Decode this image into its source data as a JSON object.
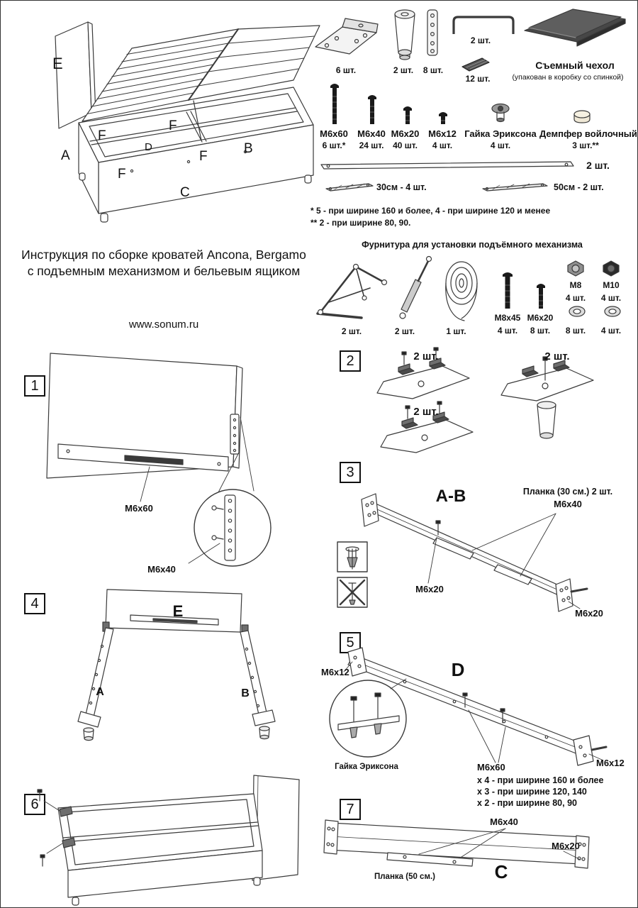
{
  "document": {
    "title_line1": "Инструкция по сборке кроватей Ancona, Bergamo",
    "title_line2": "с подъемным механизмом и бельевым ящиком",
    "website": "www.sonum.ru"
  },
  "bed_overview": {
    "labels": {
      "e": "E",
      "f_back_left": "F",
      "f_back_right": "F",
      "f_front_left": "F",
      "f_front_right": "F",
      "a": "A",
      "d": "D",
      "b": "B",
      "c": "C"
    }
  },
  "parts_list": {
    "bracket_qty": "6 шт.",
    "leg_qty": "2 шт.",
    "plate_qty": "8 шт.",
    "handle_qty": "2 шт.",
    "wedge_qty": "12 шт.",
    "cover_title": "Съемный чехол",
    "cover_note": "(упакован в коробку со спинкой)",
    "bolts": [
      {
        "label": "М6х60",
        "qty": "6 шт.*"
      },
      {
        "label": "М6х40",
        "qty": "24 шт."
      },
      {
        "label": "М6х20",
        "qty": "40 шт."
      },
      {
        "label": "М6х12",
        "qty": "4 шт."
      },
      {
        "label": "Гайка Эриксона",
        "qty": "4 шт."
      },
      {
        "label": "Демпфер войлочный",
        "qty": "3 шт.**"
      }
    ],
    "long_slat_qty": "2 шт.",
    "slat_30": "30см - 4 шт.",
    "slat_50": "50см - 2 шт.",
    "footnote_1": "* 5 - при ширине 160 и более, 4 - при ширине 120 и менее",
    "footnote_2": "** 2 - при ширине 80, 90."
  },
  "lift_hardware": {
    "title": "Фурнитура для установки подъёмного механизма",
    "mechanism_qty": "2 шт.",
    "gas_strut_qty": "2 шт.",
    "strap_qty": "1 шт.",
    "bolt_m8x45_label": "М8х45",
    "bolt_m8x45_qty": "4 шт.",
    "bolt_m6x20_label": "М6х20",
    "bolt_m6x20_qty": "8 шт.",
    "nut_m8_label": "М8",
    "nut_m8_qty": "4 шт.",
    "nut_m10_label": "М10",
    "nut_m10_qty": "4 шт.",
    "washer_8_qty": "8 шт.",
    "washer_4_qty": "4 шт."
  },
  "steps": {
    "s1": {
      "num": "1",
      "bolt_top": "М6х60",
      "bolt_detail": "М6х40"
    },
    "s2": {
      "num": "2",
      "qty_1": "2 шт.",
      "qty_2": "2 шт.",
      "qty_3": "2 шт."
    },
    "s3": {
      "num": "3",
      "title": "A-B",
      "plank_label": "Планка (30 см.)  2 шт.",
      "bolt_plank": "М6х40",
      "bolt_mid": "М6х20",
      "bolt_end": "М6х20"
    },
    "s4": {
      "num": "4",
      "label_e": "E",
      "label_a": "A",
      "label_b": "B"
    },
    "s5": {
      "num": "5",
      "title": "D",
      "bolt_left": "М6х12",
      "nut_detail": "Гайка Эриксона",
      "bolt_mid": "М6х60",
      "opt_1": "x 4 - при ширине 160 и более",
      "opt_2": "x 3 - при ширине 120, 140",
      "opt_3": "x 2 - при ширине 80, 90",
      "bolt_right": "М6х12"
    },
    "s6": {
      "num": "6"
    },
    "s7": {
      "num": "7",
      "bolt_plank": "М6х40",
      "bolt_end": "М6х20",
      "title": "C",
      "plank_label": "Планка (50 см.)"
    }
  }
}
